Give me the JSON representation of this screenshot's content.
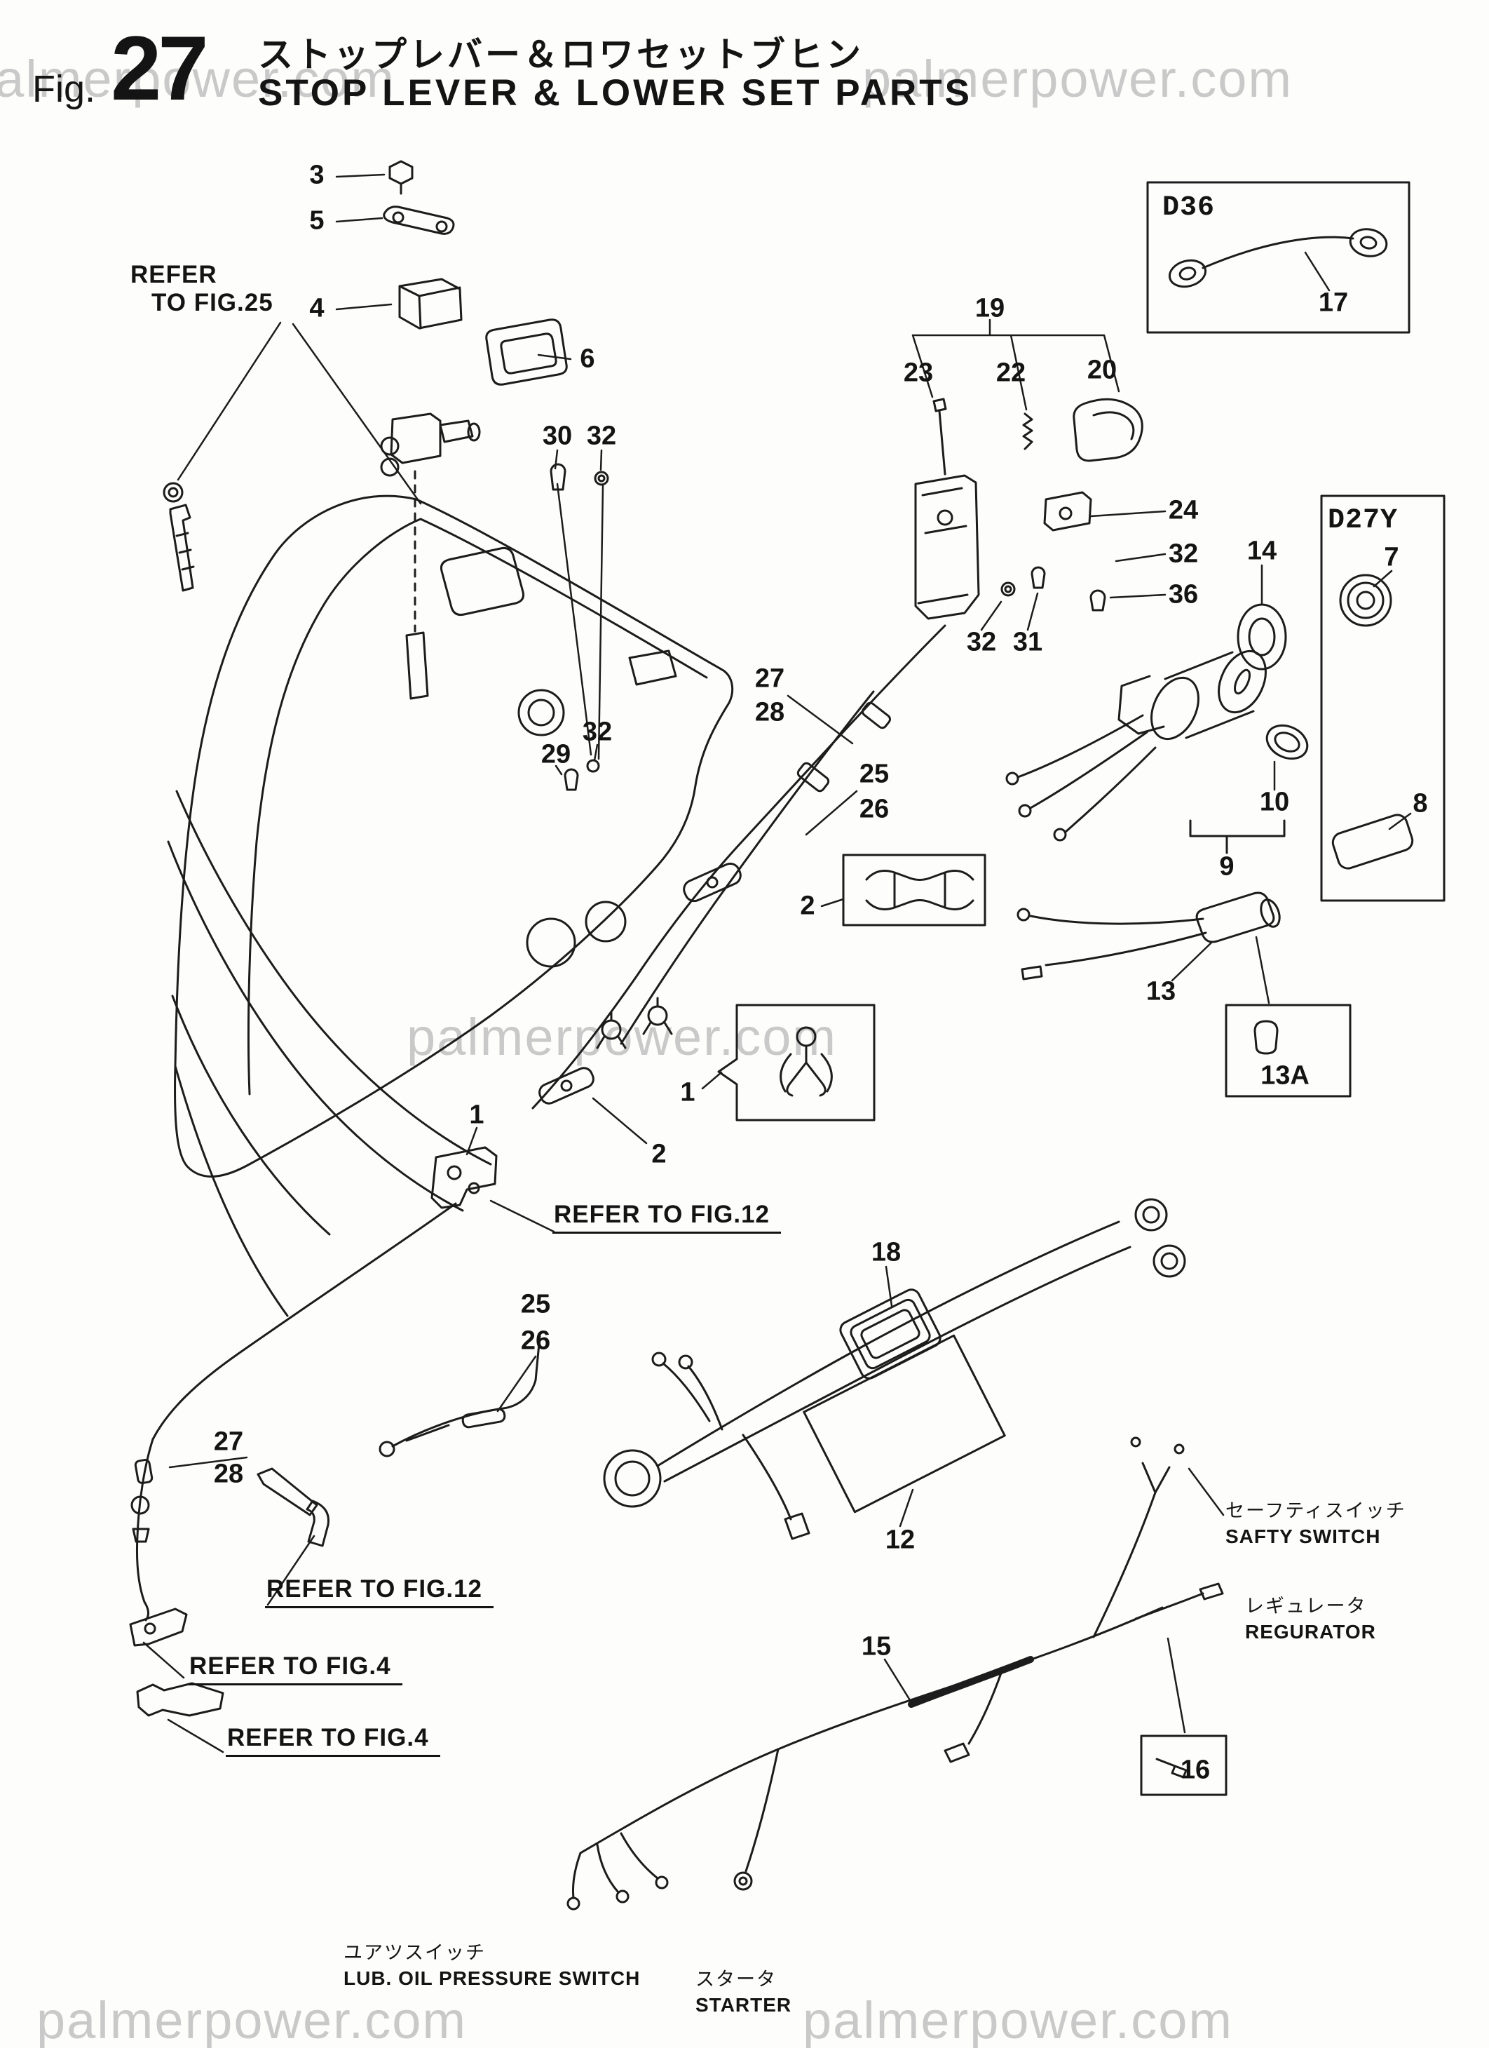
{
  "header": {
    "fig_prefix": "Fig.",
    "fig_number": "27",
    "title_ja": "ストップレバー＆ロワセットブヒン",
    "title_en": "STOP LEVER & LOWER SET PARTS"
  },
  "watermark": {
    "text": "palmerpower.com"
  },
  "inset_labels": {
    "d36": "D36",
    "d27y": "D27Y"
  },
  "references": {
    "fig25_line1": "REFER",
    "fig25_line2": "TO FIG.25",
    "fig12_a": "REFER TO FIG.12",
    "fig12_b": "REFER TO FIG.12",
    "fig4_a": "REFER TO FIG.4",
    "fig4_b": "REFER TO FIG.4"
  },
  "component_labels": {
    "safety_switch_ja": "セーフティスイッチ",
    "safety_switch_en": "SAFTY SWITCH",
    "regulator_ja": "レギュレータ",
    "regulator_en": "REGURATOR",
    "oil_pressure_ja": "ユアツスイッチ",
    "oil_pressure_en": "LUB. OIL PRESSURE SWITCH",
    "starter_ja": "スタータ",
    "starter_en": "STARTER"
  },
  "callouts": [
    {
      "n": "3"
    },
    {
      "n": "5"
    },
    {
      "n": "4"
    },
    {
      "n": "6"
    },
    {
      "n": "30"
    },
    {
      "n": "32"
    },
    {
      "n": "19"
    },
    {
      "n": "23"
    },
    {
      "n": "22"
    },
    {
      "n": "20"
    },
    {
      "n": "24"
    },
    {
      "n": "32"
    },
    {
      "n": "36"
    },
    {
      "n": "32"
    },
    {
      "n": "31"
    },
    {
      "n": "14"
    },
    {
      "n": "17"
    },
    {
      "n": "7"
    },
    {
      "n": "8"
    },
    {
      "n": "27"
    },
    {
      "n": "28"
    },
    {
      "n": "25"
    },
    {
      "n": "26"
    },
    {
      "n": "32"
    },
    {
      "n": "29"
    },
    {
      "n": "2"
    },
    {
      "n": "10"
    },
    {
      "n": "9"
    },
    {
      "n": "13"
    },
    {
      "n": "13A"
    },
    {
      "n": "1"
    },
    {
      "n": "1"
    },
    {
      "n": "2"
    },
    {
      "n": "18"
    },
    {
      "n": "25"
    },
    {
      "n": "26"
    },
    {
      "n": "27"
    },
    {
      "n": "28"
    },
    {
      "n": "12"
    },
    {
      "n": "15"
    },
    {
      "n": "16"
    }
  ]
}
